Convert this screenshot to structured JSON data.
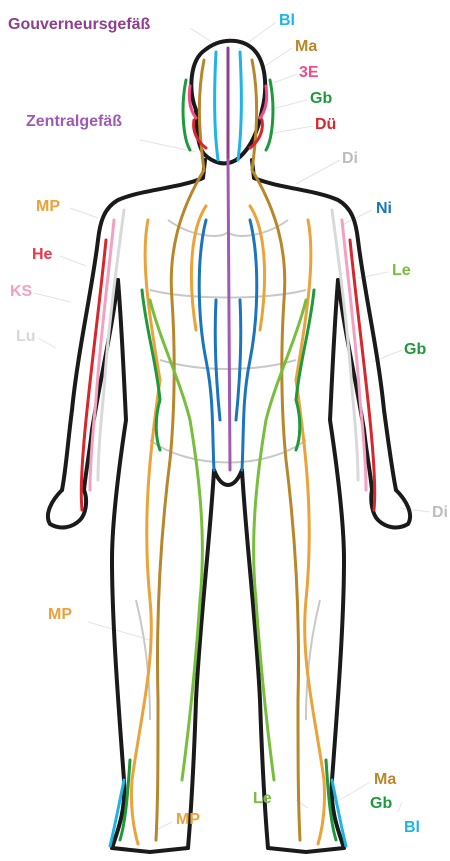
{
  "colors": {
    "governor": "#8E3F8F",
    "bladder": "#1EB4E6",
    "stomach": "#B8862B",
    "triple_heater": "#F04D8A",
    "gallbladder": "#1E9A3C",
    "small_intestine": "#D7262C",
    "conception": "#A05AB4",
    "large_intestine": "#BDBDBD",
    "spleen": "#E9A33A",
    "kidney": "#1B75BB",
    "heart": "#E8384B",
    "liver": "#76BE3C",
    "pericardium": "#F4A0C0",
    "lung": "#D9D9D9",
    "outline": "#1a1a1a"
  },
  "labels": [
    {
      "key": "gouverneursgefass",
      "text": "Gouverneursgefäß",
      "color": "governor"
    },
    {
      "key": "bl_top",
      "text": "Bl",
      "color": "bladder"
    },
    {
      "key": "ma_top",
      "text": "Ma",
      "color": "stomach"
    },
    {
      "key": "3e",
      "text": "3E",
      "color": "triple_heater"
    },
    {
      "key": "gb_head",
      "text": "Gb",
      "color": "gallbladder"
    },
    {
      "key": "du",
      "text": "Dü",
      "color": "small_intestine"
    },
    {
      "key": "zentralgefass",
      "text": "Zentralgefäß",
      "color": "conception"
    },
    {
      "key": "di_neck",
      "text": "Di",
      "color": "large_intestine"
    },
    {
      "key": "mp_shoulder",
      "text": "MP",
      "color": "spleen"
    },
    {
      "key": "ni",
      "text": "Ni",
      "color": "kidney"
    },
    {
      "key": "he",
      "text": "He",
      "color": "heart"
    },
    {
      "key": "le_chest",
      "text": "Le",
      "color": "liver"
    },
    {
      "key": "ks",
      "text": "KS",
      "color": "pericardium"
    },
    {
      "key": "lu",
      "text": "Lu",
      "color": "lung"
    },
    {
      "key": "gb_side",
      "text": "Gb",
      "color": "gallbladder"
    },
    {
      "key": "di_hand",
      "text": "Di",
      "color": "large_intestine"
    },
    {
      "key": "mp_leg",
      "text": "MP",
      "color": "spleen"
    },
    {
      "key": "ma_foot",
      "text": "Ma",
      "color": "stomach"
    },
    {
      "key": "le_foot",
      "text": "Le",
      "color": "liver"
    },
    {
      "key": "gb_foot",
      "text": "Gb",
      "color": "gallbladder"
    },
    {
      "key": "mp_foot",
      "text": "MP",
      "color": "spleen"
    },
    {
      "key": "bl_foot",
      "text": "Bl",
      "color": "bladder"
    }
  ]
}
